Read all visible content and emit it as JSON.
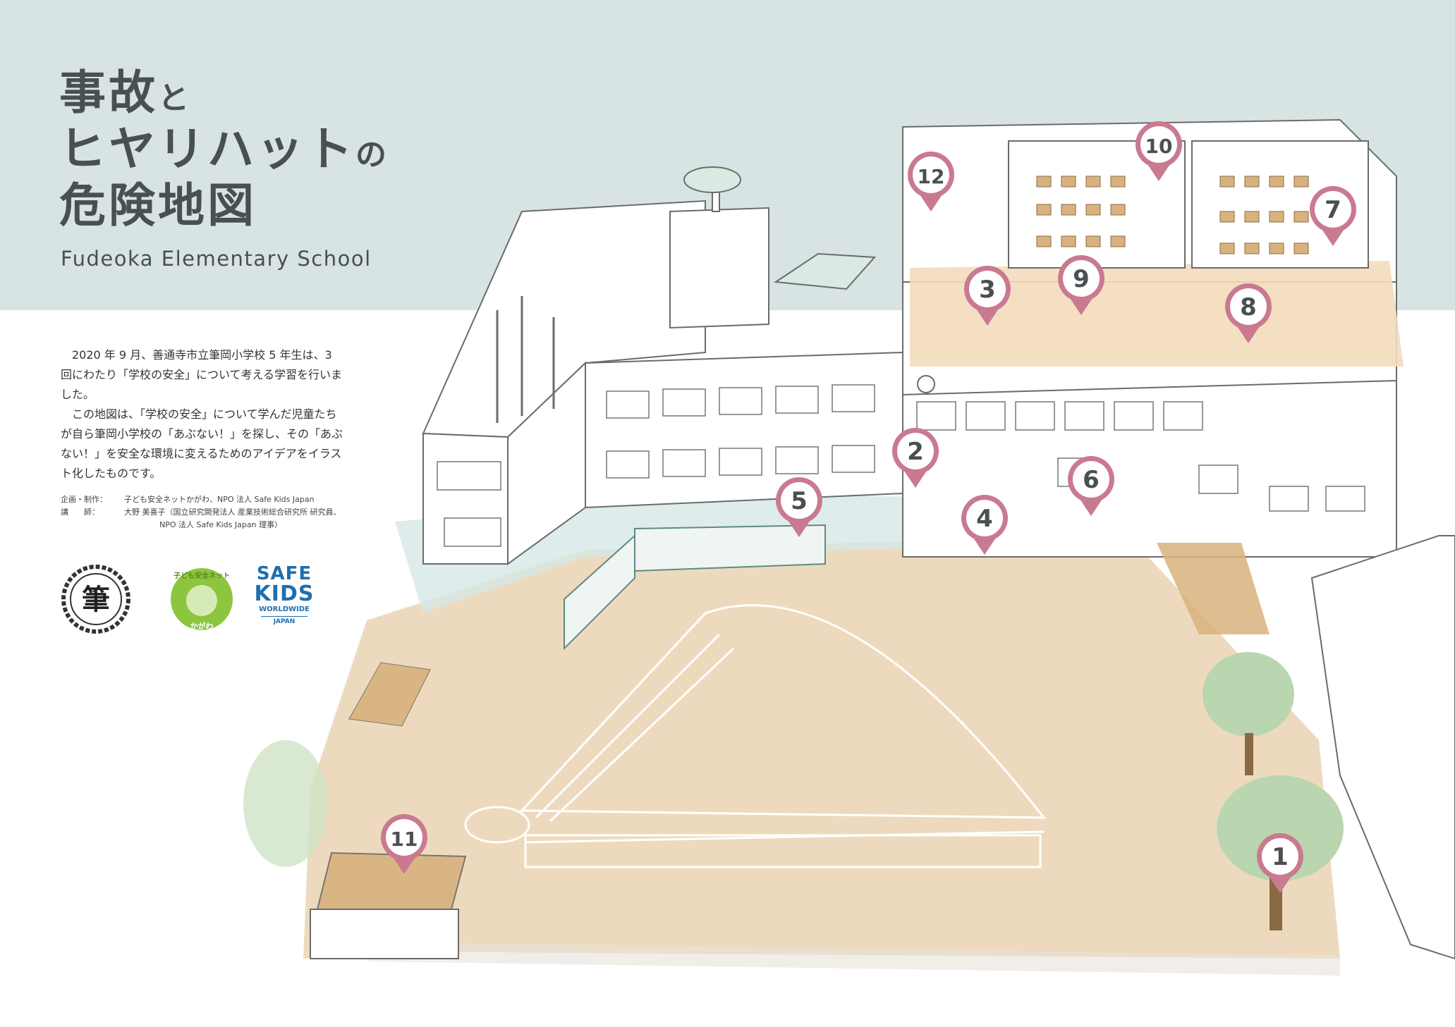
{
  "title": {
    "line1_main": "事故",
    "line1_small": "と",
    "line2_main": "ヒヤリハット",
    "line2_small": "の",
    "line3_main": "危険地図"
  },
  "subtitle": "Fudeoka Elementary School",
  "intro": {
    "p1": "2020 年 9 月、善通寺市立筆岡小学校 5 年生は、3 回にわたり「学校の安全」について考える学習を行いました。",
    "p2": "この地図は、「学校の安全」について学んだ児童たちが自ら筆岡小学校の「あぶない！」を探し、その「あぶない！」を安全な環境に変えるためのアイデアをイラスト化したものです。"
  },
  "credits": {
    "planning_label": "企画・制作：",
    "planning_value": "子ども安全ネットかがわ、NPO 法人 Safe Kids Japan",
    "lecturer_label": "講　　師：",
    "lecturer_value": "大野 美喜子（国立研究開発法人 産業技術総合研究所 研究員、",
    "lecturer_value2": "NPO 法人 Safe Kids Japan 理事）"
  },
  "logos": {
    "fude_char": "筆",
    "kagawa_top": "子ども安全ネット",
    "kagawa_bottom": "かがわ",
    "safekids_1": "SAFE",
    "safekids_2": "KIDS",
    "safekids_3": "WORLDWIDE",
    "safekids_4": "JAPAN"
  },
  "markers": [
    {
      "label": "1"
    },
    {
      "label": "2"
    },
    {
      "label": "3"
    },
    {
      "label": "4"
    },
    {
      "label": "5"
    },
    {
      "label": "6"
    },
    {
      "label": "7"
    },
    {
      "label": "8"
    },
    {
      "label": "9"
    },
    {
      "label": "10"
    },
    {
      "label": "11"
    },
    {
      "label": "12"
    }
  ],
  "colors": {
    "sky": "#d7e4e3",
    "ground": "#ecd8ba",
    "marker_ring": "#c97a90",
    "marker_text": "#4a4f52",
    "water": "#d6e7e6",
    "floor_highlight": "#f3dcbc"
  }
}
